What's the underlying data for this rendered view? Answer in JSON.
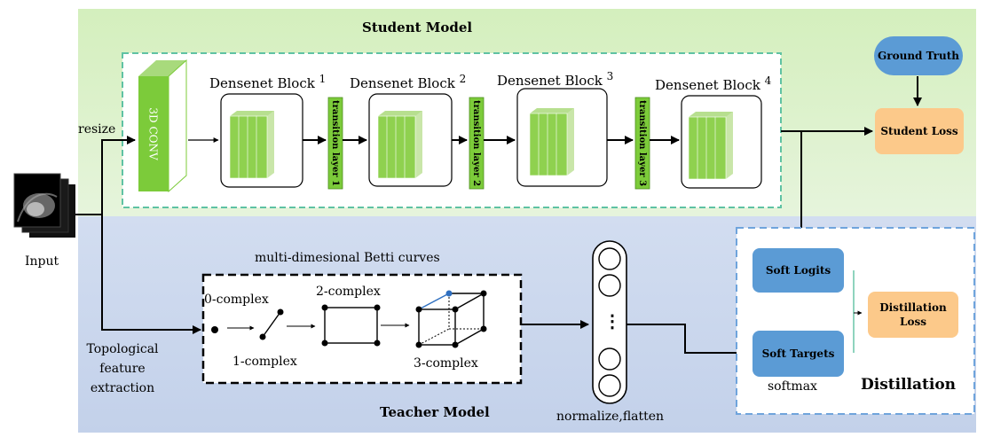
{
  "student": {
    "title": "Student Model",
    "conv_label": "3D CONV",
    "blocks": [
      {
        "label": "Densenet Block",
        "num": "1"
      },
      {
        "label": "Densenet Block",
        "num": "2"
      },
      {
        "label": "Densenet Block",
        "num": "3"
      },
      {
        "label": "Densenet Block",
        "num": "4"
      }
    ],
    "transitions": [
      "transition layer 1",
      "transition layer 2",
      "transition layer 3"
    ]
  },
  "ground_truth": "Ground Truth",
  "student_loss": "Student Loss",
  "input_label": "Input",
  "resize_label": "resize",
  "topo_label": [
    "Topological",
    "feature",
    "extraction"
  ],
  "teacher": {
    "title": "Teacher Model",
    "betti_title": "multi-dimesional Betti curves",
    "complexes": [
      "0-complex",
      "1-complex",
      "2-complex",
      "3-complex"
    ]
  },
  "vector": {
    "ellipsis": "⋮",
    "caption": "normalize,flatten"
  },
  "distillation": {
    "soft_logits": "Soft Logits",
    "soft_targets": "Soft Targets",
    "softmax": "softmax",
    "loss": "Distillation Loss",
    "title": "Distillation"
  },
  "colors": {
    "student_bg": "#d9f0c6",
    "teacher_bg": "#c9d6ec",
    "dashed_teal": "#5fc2a3",
    "dashed_blue": "#6fa4dc",
    "green_block": "#7ccb3a",
    "blue_node": "#5b9bd5",
    "orange_node": "#fcc98a"
  }
}
